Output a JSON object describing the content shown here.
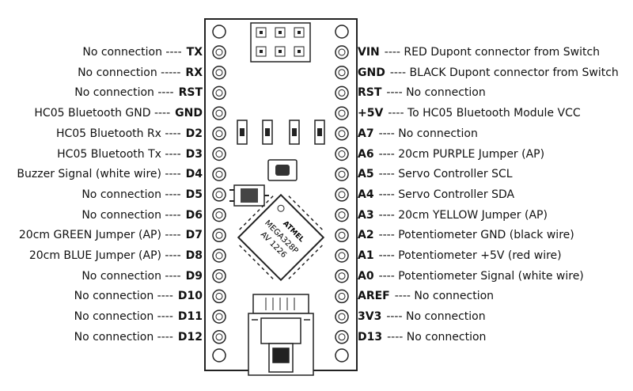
{
  "chip": {
    "line1": "MEGA328P",
    "line2": "AV 1226",
    "logo": "ATMEL"
  },
  "left_pins": [
    {
      "desc": "No connection ----",
      "pin": "TX"
    },
    {
      "desc": "No connection -----",
      "pin": "RX"
    },
    {
      "desc": "No connection ----",
      "pin": "RST"
    },
    {
      "desc": "HC05 Bluetooth GND ----",
      "pin": "GND"
    },
    {
      "desc": "HC05 Bluetooth Rx ----",
      "pin": "D2"
    },
    {
      "desc": "HC05 Bluetooth Tx ----",
      "pin": "D3"
    },
    {
      "desc": "Buzzer Signal (white wire) ----",
      "pin": "D4"
    },
    {
      "desc": "No connection ----",
      "pin": "D5"
    },
    {
      "desc": "No connection ----",
      "pin": "D6"
    },
    {
      "desc": "20cm GREEN Jumper (AP) ----",
      "pin": "D7"
    },
    {
      "desc": "20cm BLUE Jumper (AP) ----",
      "pin": "D8"
    },
    {
      "desc": "No connection ----",
      "pin": "D9"
    },
    {
      "desc": "No connection ----",
      "pin": "D10"
    },
    {
      "desc": "No connection ----",
      "pin": "D11"
    },
    {
      "desc": "No connection ----",
      "pin": "D12"
    }
  ],
  "right_pins": [
    {
      "pin": "VIN",
      "desc": "---- RED Dupont connector from Switch"
    },
    {
      "pin": "GND",
      "desc": "---- BLACK Dupont connector from Switch"
    },
    {
      "pin": "RST",
      "desc": "---- No connection"
    },
    {
      "pin": "+5V",
      "desc": "---- To HC05 Bluetooth Module VCC"
    },
    {
      "pin": "A7",
      "desc": "---- No connection"
    },
    {
      "pin": "A6",
      "desc": "---- 20cm PURPLE Jumper (AP)"
    },
    {
      "pin": "A5",
      "desc": "---- Servo Controller SCL"
    },
    {
      "pin": "A4",
      "desc": "---- Servo Controller SDA"
    },
    {
      "pin": "A3",
      "desc": "---- 20cm YELLOW Jumper (AP)"
    },
    {
      "pin": "A2",
      "desc": "---- Potentiometer GND (black wire)"
    },
    {
      "pin": "A1",
      "desc": "---- Potentiometer +5V (red wire)"
    },
    {
      "pin": "A0",
      "desc": "---- Potentiometer Signal (white wire)"
    },
    {
      "pin": "AREF",
      "desc": "---- No connection"
    },
    {
      "pin": "3V3",
      "desc": "---- No connection"
    },
    {
      "pin": "D13",
      "desc": "---- No connection"
    }
  ]
}
